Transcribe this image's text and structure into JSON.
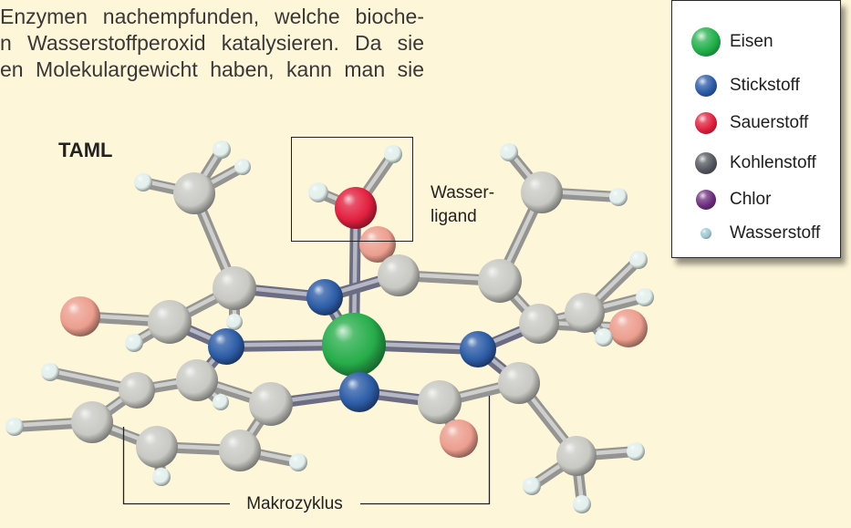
{
  "article_text": {
    "lines": [
      "Enzymen nachempfunden, welche bioche-",
      "n Wasserstoffperoxid katalysieren. Da sie",
      "en Molekulargewicht haben, kann man sie"
    ]
  },
  "figure": {
    "title": "TAML",
    "water_ligand_label": [
      "Wasser-",
      "ligand"
    ],
    "macrocycle_label": "Makrozyklus",
    "model_colors": {
      "iron": "#26ad4a",
      "nitrogen": "#2c5ca6",
      "oxygen": "#e2203f",
      "oxygen_faded": "#ec9e8e",
      "carbon": "#c9c9c4",
      "hydrogen": "#e2efec",
      "bond": "#a8a8a6",
      "bond_metal": "#7b7c95"
    }
  },
  "legend": {
    "items": [
      {
        "label": "Eisen",
        "color": "#1fae48",
        "icon": "iron-sphere-icon"
      },
      {
        "label": "Stickstoff",
        "color": "#2a5aa6",
        "icon": "nitrogen-sphere-icon"
      },
      {
        "label": "Sauerstoff",
        "color": "#e01e3c",
        "icon": "oxygen-sphere-icon"
      },
      {
        "label": "Kohlenstoff",
        "color": "#53565e",
        "icon": "carbon-sphere-icon"
      },
      {
        "label": "Chlor",
        "color": "#6b2b7c",
        "icon": "chlorine-sphere-icon"
      },
      {
        "label": "Wasserstoff",
        "color": "#9cc8d2",
        "icon": "hydrogen-sphere-icon"
      }
    ]
  },
  "colors": {
    "background": "#fdf6d8",
    "text": "#333333"
  }
}
